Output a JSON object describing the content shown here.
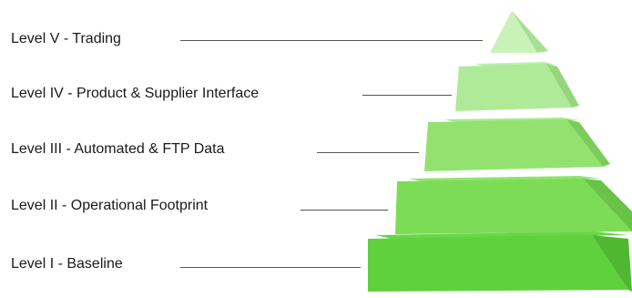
{
  "levels": [
    {
      "label": "Level V - Trading"
    },
    {
      "label": "Level IV - Product & Supplier Interface"
    },
    {
      "label": "Level III - Automated & FTP Data"
    },
    {
      "label": "Level II - Operational Footprint"
    },
    {
      "label": "Level I - Baseline"
    }
  ],
  "colors": {
    "tier_tops": [
      "#d6f4c8",
      "#bdeeab",
      "#a6eb8a",
      "#8fe46d",
      "#67d64a"
    ],
    "tier_fronts": [
      "#c9f2b8",
      "#aeea97",
      "#93e26f",
      "#7ddc55",
      "#5fd13d"
    ],
    "tier_sides": [
      "#a9df94",
      "#95d67c",
      "#7ccc5c",
      "#68c346",
      "#4fb830"
    ],
    "leader_line": "#555555"
  }
}
